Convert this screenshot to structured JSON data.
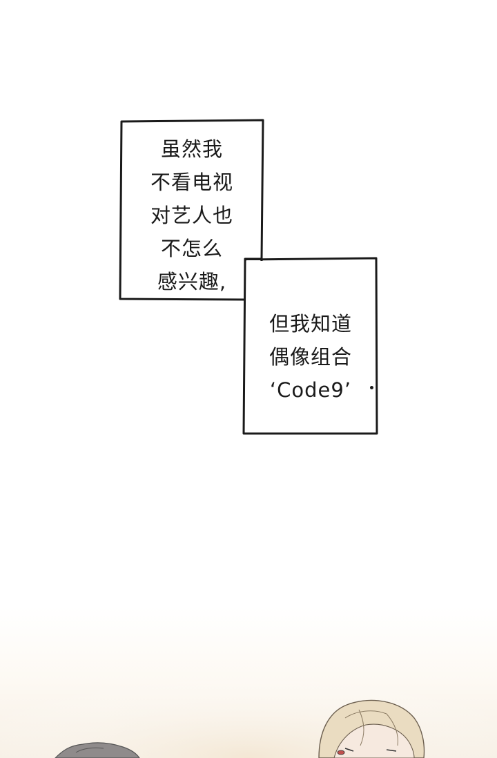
{
  "caption_1": {
    "lines": [
      "虽然我",
      "不看电视",
      "对艺人也",
      "不怎么",
      "感兴趣,"
    ]
  },
  "caption_2": {
    "lines": [
      "但我知道",
      "偶像组合",
      "‘Code9’"
    ]
  },
  "colors": {
    "border": "#1a1a1a",
    "text": "#1a1a1a",
    "hair_blond": "#e9dcc2",
    "hair_dark": "#8a8787",
    "skin": "#f4e6dc",
    "eye": "#c0504d"
  }
}
